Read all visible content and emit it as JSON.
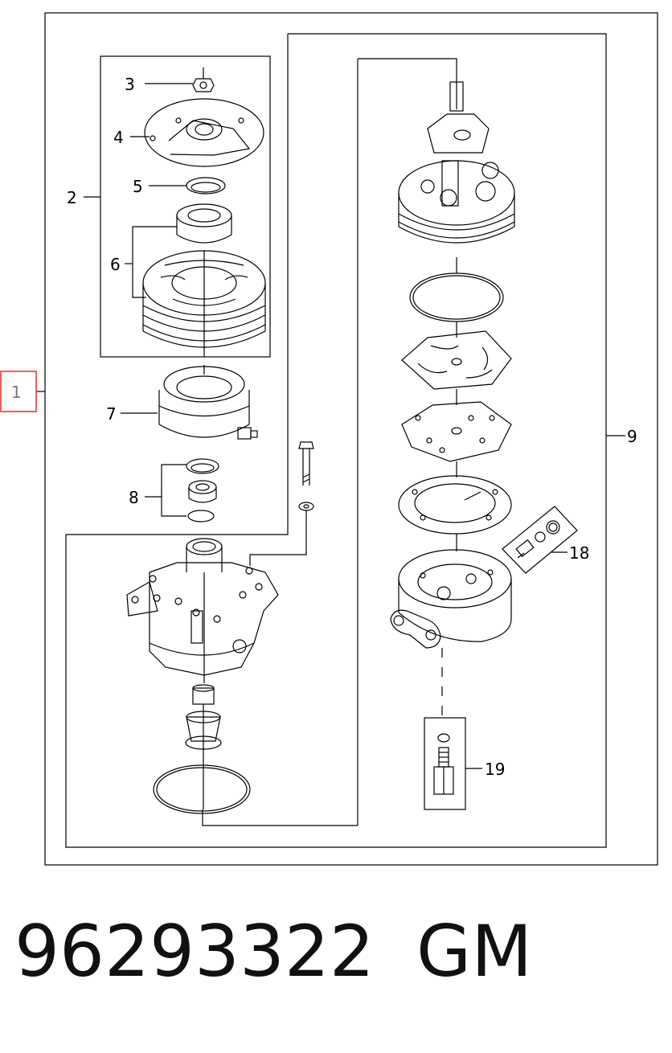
{
  "diagram": {
    "callouts": {
      "c1": "1",
      "c2": "2",
      "c3": "3",
      "c4": "4",
      "c5": "5",
      "c6": "6",
      "c7": "7",
      "c8": "8",
      "c9": "9",
      "c18": "18",
      "c19": "19"
    },
    "highlight_color": "#e0302a"
  },
  "footer": {
    "part_number": "96293322",
    "brand": "GM"
  }
}
